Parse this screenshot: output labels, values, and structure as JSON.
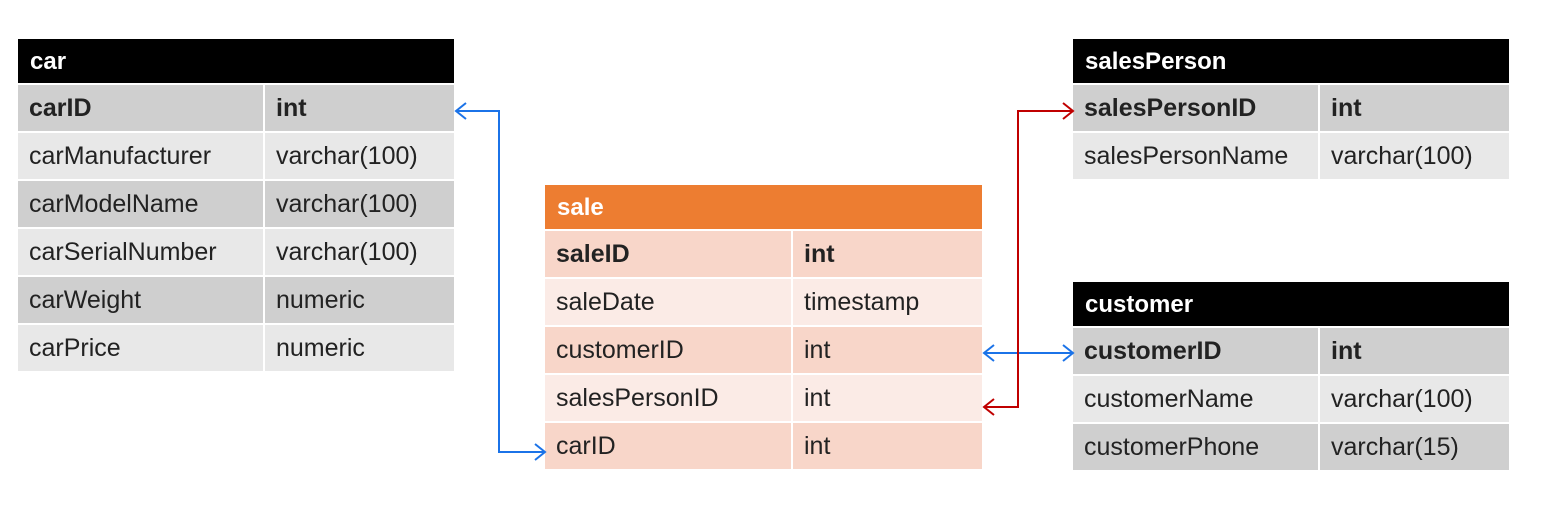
{
  "colors": {
    "gray_header": "#000000",
    "gray_row_dark": "#cfcfcf",
    "gray_row_light": "#e8e8e8",
    "sale_header": "#ed7d31",
    "sale_row_dark": "#f8d6c9",
    "sale_row_light": "#fbebe6",
    "link_blue": "#1b73e8",
    "link_red": "#c00000"
  },
  "tables": {
    "car": {
      "name": "car",
      "rows": [
        {
          "field": "carID",
          "type": "int"
        },
        {
          "field": "carManufacturer",
          "type": "varchar(100)"
        },
        {
          "field": "carModelName",
          "type": "varchar(100)"
        },
        {
          "field": "carSerialNumber",
          "type": "varchar(100)"
        },
        {
          "field": "carWeight",
          "type": "numeric"
        },
        {
          "field": "carPrice",
          "type": "numeric"
        }
      ]
    },
    "sale": {
      "name": "sale",
      "rows": [
        {
          "field": "saleID",
          "type": "int"
        },
        {
          "field": "saleDate",
          "type": "timestamp"
        },
        {
          "field": "customerID",
          "type": "int"
        },
        {
          "field": "salesPersonID",
          "type": "int"
        },
        {
          "field": "carID",
          "type": "int"
        }
      ]
    },
    "salesPerson": {
      "name": "salesPerson",
      "rows": [
        {
          "field": "salesPersonID",
          "type": "int"
        },
        {
          "field": "salesPersonName",
          "type": "varchar(100)"
        }
      ]
    },
    "customer": {
      "name": "customer",
      "rows": [
        {
          "field": "customerID",
          "type": "int"
        },
        {
          "field": "customerName",
          "type": "varchar(100)"
        },
        {
          "field": "customerPhone",
          "type": "varchar(15)"
        }
      ]
    }
  },
  "relationships": [
    {
      "from": "sale.carID",
      "to": "car.carID",
      "color": "blue"
    },
    {
      "from": "sale.customerID",
      "to": "customer.customerID",
      "color": "blue"
    },
    {
      "from": "sale.salesPersonID",
      "to": "salesPerson.salesPersonID",
      "color": "red"
    }
  ]
}
